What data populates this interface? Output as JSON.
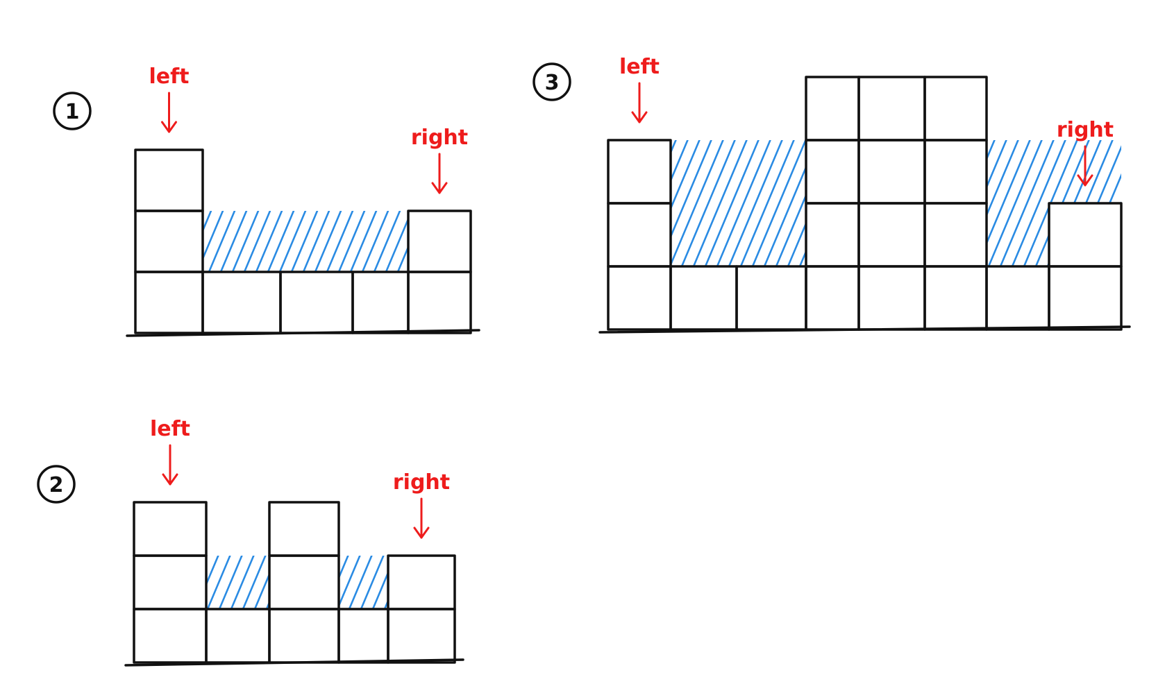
{
  "colors": {
    "ink": "#111111",
    "pointer": "#ee1c1c",
    "water": "#2a8be3",
    "background": "#ffffff"
  },
  "labels": {
    "left": "left",
    "right": "right"
  },
  "diagrams": [
    {
      "id": "d1",
      "number": "1",
      "heights": [
        3,
        1,
        1,
        1,
        2
      ],
      "left_pointer_column": 0,
      "right_pointer_column": 4,
      "water_level": 2
    },
    {
      "id": "d2",
      "number": "2",
      "heights": [
        3,
        1,
        3,
        1,
        2
      ],
      "left_pointer_column": 0,
      "right_pointer_column": 4,
      "water_level": 2
    },
    {
      "id": "d3",
      "number": "3",
      "heights": [
        3,
        1,
        1,
        4,
        4,
        4,
        1,
        2
      ],
      "left_pointer_column": 0,
      "right_pointer_column": 7,
      "water_level": 3
    }
  ]
}
